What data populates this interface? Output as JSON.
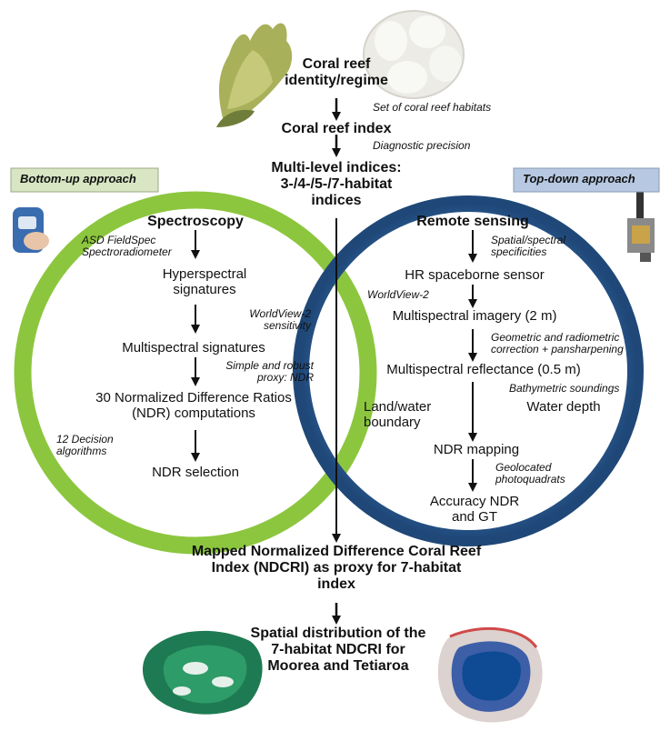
{
  "header": {
    "identity": "Coral reef identity/regime",
    "habitats_note": "Set of coral reef habitats",
    "index": "Coral reef index",
    "diagnostic_note": "Diagnostic precision",
    "multilevel": "Multi-level indices: 3-/4-/5-/7-habitat indices"
  },
  "approaches": {
    "bottom_up": "Bottom-up approach",
    "top_down": "Top-down approach"
  },
  "left": {
    "title": "Spectroscopy",
    "asd_note": "ASD FieldSpec Spectroradiometer",
    "hyperspectral": "Hyperspectral signatures",
    "wv2_note": "WorldView-2 sensitivity",
    "multispectral": "Multispectral signatures",
    "proxy_note": "Simple and robust proxy: NDR",
    "ndr30": "30 Normalized Difference Ratios (NDR) computations",
    "algorithms_note": "12 Decision algorithms",
    "selection": "NDR selection"
  },
  "right": {
    "title": "Remote sensing",
    "spatial_note": "Spatial/spectral specificities",
    "sensor": "HR spaceborne sensor",
    "wv2_note": "WorldView-2",
    "imagery": "Multispectral imagery (2 m)",
    "correction_note": "Geometric and radiometric correction + pansharpening",
    "reflectance": "Multispectral reflectance (0.5 m)",
    "bathy_note": "Bathymetric soundings",
    "water_depth": "Water depth",
    "boundary": "Land/water boundary",
    "ndr_mapping": "NDR mapping",
    "geolocated_note": "Geolocated photoquadrats",
    "accuracy": "Accuracy NDR and GT"
  },
  "footer": {
    "mapped": "Mapped Normalized Difference Coral Reef Index (NDCRI) as proxy for 7-habitat index",
    "distribution": "Spatial distribution of the 7-habitat NDCRI for Moorea and Tetiaroa"
  },
  "colors": {
    "green_ring": "#8cc63e",
    "blue_ring": "#2f5f9a",
    "bottom_up_bg": "#d8e6c4",
    "top_down_bg": "#b7c9e2"
  }
}
